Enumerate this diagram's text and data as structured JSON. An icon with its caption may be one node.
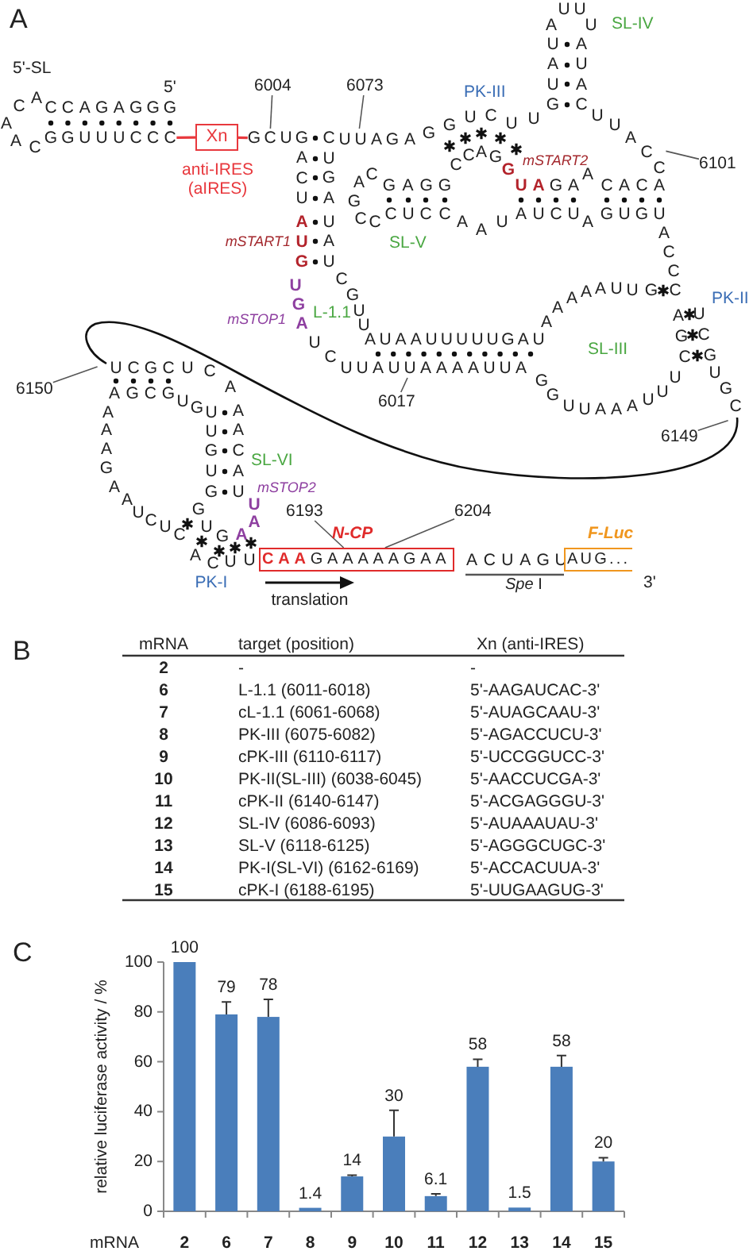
{
  "diagram": {
    "nodes": [
      {
        "text": [
          "Xn"
        ],
        "beside": [
          "anti-IRES (aIRES)"
        ]
      },
      {
        "text": [
          "N-CP",
          "**CAA**GAAAAAGAA"
        ]
      },
      {
        "text": [
          "F-Luc",
          "AUG..."
        ]
      },
      {
        "text": [
          "6004"
        ]
      },
      {
        "text": [
          "6073"
        ]
      },
      {
        "text": [
          "6101"
        ]
      },
      {
        "text": [
          "6017"
        ]
      },
      {
        "text": [
          "6149"
        ]
      },
      {
        "text": [
          "6150"
        ]
      },
      {
        "text": [
          "6193"
        ]
      },
      {
        "text": [
          "6204"
        ]
      },
      {
        "text": [
          "GGUUUCCC"
        ]
      },
      {
        "text": [
          "GCU"
        ]
      },
      {
        "text": [
          "CUGAUAUCGUU"
        ]
      },
      {
        "text": [
          "UUACC"
        ]
      },
      {
        "text": [
          "ACCCUCGUGC"
        ]
      },
      {
        "text": [
          "UCUUAUUAAAAUUA"
        ]
      },
      {
        "text": [
          "UCGCUCAAACAU"
        ]
      }
    ],
    "edges": [
      {
        "from": 3,
        "to": 12,
        "arrow": "none"
      },
      {
        "from": 4,
        "to": 13,
        "arrow": "none"
      },
      {
        "from": 5,
        "to": 14,
        "arrow": "none"
      },
      {
        "from": 6,
        "to": 16,
        "arrow": "none"
      },
      {
        "from": 7,
        "to": 15,
        "arrow": "none"
      },
      {
        "from": 8,
        "to": 17,
        "arrow": "none"
      },
      {
        "from": 9,
        "to": 1,
        "arrow": "none"
      },
      {
        "from": 10,
        "to": 1,
        "arrow": "none"
      },
      {
        "from": 11,
        "to": 0,
        "arrow": "none",
        "color": "#e8383d"
      },
      {
        "from": 0,
        "to": 12,
        "arrow": "none",
        "color": "#e8383d"
      },
      {
        "from": 15,
        "to": 17,
        "arrow": "none",
        "color": "#111111"
      }
    ],
    "labels": [
      "A",
      "5'-SL",
      "5'",
      "ACAAC",
      "CCAGAGGG",
      "GACU",
      "AUG",
      "UGA",
      "UUAGAGGUCUU",
      "UAUG",
      "AUUU",
      "AUAC",
      "CCAG",
      "G",
      "UA",
      "GAACACA",
      "GAGG",
      "CAGC",
      "CCUCC",
      "AAU",
      "AUCUAGUGU",
      "AAAAAUUG",
      "AGC",
      "AUAAUUUUUGAU",
      "GGUUAAAUUU",
      "UAA",
      "AGCG",
      "UGUUGUG",
      "GUG",
      "AAAGAAUCUCACUU",
      "ACUAGU",
      "translation",
      "*Spe* I",
      "3'",
      "SL-IV",
      "PK-III",
      "mSTART2",
      "mSTART1",
      "SL-V",
      "mSTOP1",
      "L-1.1",
      "PK-II",
      "SL-III",
      "SL-VI",
      "mSTOP2",
      "PK-I",
      "B",
      "mRNA",
      "target (position)",
      "Xn (anti-IRES)",
      "2",
      "-",
      "-",
      "6",
      "L-1.1 (6011-6018)",
      "5'-AAGAUCAC-3'",
      "7",
      "cL-1.1 (6061-6068)",
      "5'-AUAGCAAU-3'",
      "8",
      "PK-III (6075-6082)",
      "5'-AGACCUCU-3'",
      "9",
      "cPK-III (6110-6117)",
      "5'-UCCGGUCC-3'",
      "10",
      "PK-II(SL-III) (6038-6045)",
      "5'-AACCUCGA-3'",
      "11",
      "cPK-II (6140-6147)",
      "5'-ACGAGGGU-3'",
      "12",
      "SL-IV (6086-6093)",
      "5'-AUAAAUAU-3'",
      "13",
      "SL-V (6118-6125)",
      "5'-AGGGCUGC-3'",
      "14",
      "PK-I(SL-VI) (6162-6169)",
      "5'-ACCACUUA-3'",
      "15",
      "cPK-I (6188-6195)",
      "5'-UUGAAGUG-3'",
      "C"
    ],
    "chart_data": {
      "type": "bar",
      "xlabel": "mRNA",
      "ylabel": "relative luciferase activity / %",
      "categories": [
        "2",
        "6",
        "7",
        "8",
        "9",
        "10",
        "11",
        "12",
        "13",
        "14",
        "15"
      ],
      "values": [
        100,
        79,
        78,
        1.4,
        14,
        30,
        6.1,
        58,
        1.5,
        58,
        20
      ],
      "ylim": [
        0,
        100
      ],
      "yticks": [
        0,
        20,
        40,
        60,
        80,
        100
      ],
      "data_labels": true
    }
  }
}
